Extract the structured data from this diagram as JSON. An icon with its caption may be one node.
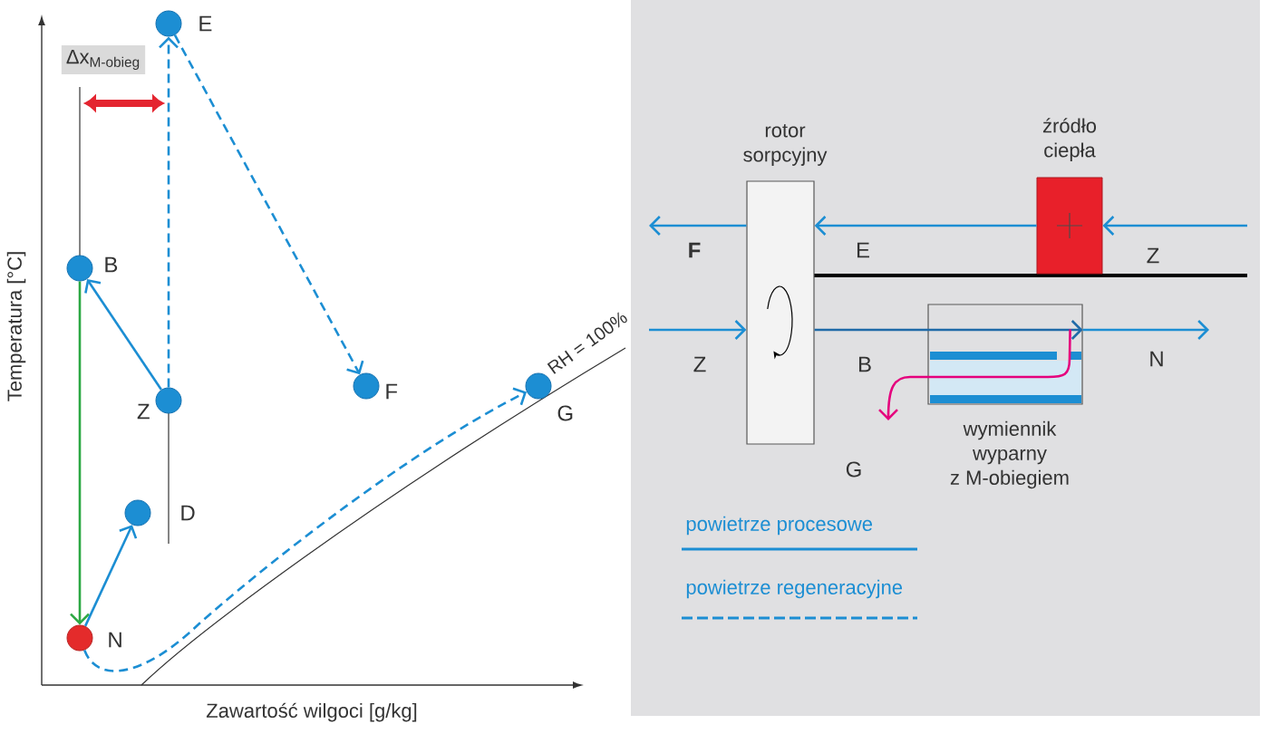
{
  "diagram": {
    "nodes": [
      {
        "text": [],
        "shape": "circle",
        "beside": [
          "E"
        ]
      },
      {
        "text": [],
        "shape": "circle",
        "beside": [
          "B"
        ]
      },
      {
        "text": [],
        "shape": "circle",
        "beside": [
          "Z"
        ]
      },
      {
        "text": [],
        "shape": "circle",
        "beside": [
          "F"
        ]
      },
      {
        "text": [],
        "shape": "circle",
        "beside": [
          "G"
        ]
      },
      {
        "text": [],
        "shape": "circle",
        "beside": [
          "D"
        ]
      },
      {
        "text": [],
        "shape": "circle",
        "beside": [
          "N"
        ]
      },
      {
        "text": [
          "rotor sorpcyjny"
        ]
      },
      {
        "text": [
          "źródło ciepła"
        ]
      },
      {
        "text": [
          "wymiennik wyparny z M-obiegiem"
        ]
      }
    ],
    "edges": [
      {
        "from": 2,
        "to": 0,
        "arrow": "to",
        "style": "dashed"
      },
      {
        "from": 0,
        "to": 3,
        "arrow": "to",
        "style": "dashed"
      },
      {
        "from": 2,
        "to": 1,
        "arrow": "to"
      },
      {
        "from": 1,
        "to": 6,
        "arrow": "to",
        "color": "#2ca843"
      },
      {
        "from": 6,
        "to": 5,
        "arrow": "to"
      },
      {
        "from": 6,
        "to": 4,
        "arrow": "to",
        "style": "dashed"
      },
      {
        "from": null,
        "to": 8,
        "arrow": "to"
      },
      {
        "from": 8,
        "to": 7,
        "arrow": "to"
      },
      {
        "from": 7,
        "to": null,
        "arrow": "to"
      },
      {
        "from": null,
        "to": 7,
        "arrow": "to"
      },
      {
        "from": 7,
        "to": 9,
        "arrow": "to",
        "color": "#1f6aa8"
      },
      {
        "from": 9,
        "to": null,
        "arrow": "to"
      },
      {
        "from": 9,
        "to": null,
        "arrow": "to",
        "color": "#e5007d"
      }
    ],
    "labels": [
      "Δx$_{M-obieg}$",
      "RH = 100%",
      "Temperatura [°C]",
      "Zawartość wilgoci [g/kg]",
      "F",
      "E",
      "Z",
      "Z",
      "B",
      "N",
      "G"
    ],
    "legend": [
      {
        "text": "powietrze procesowe"
      },
      {
        "text": "powietrze regeneracyjne"
      }
    ]
  }
}
